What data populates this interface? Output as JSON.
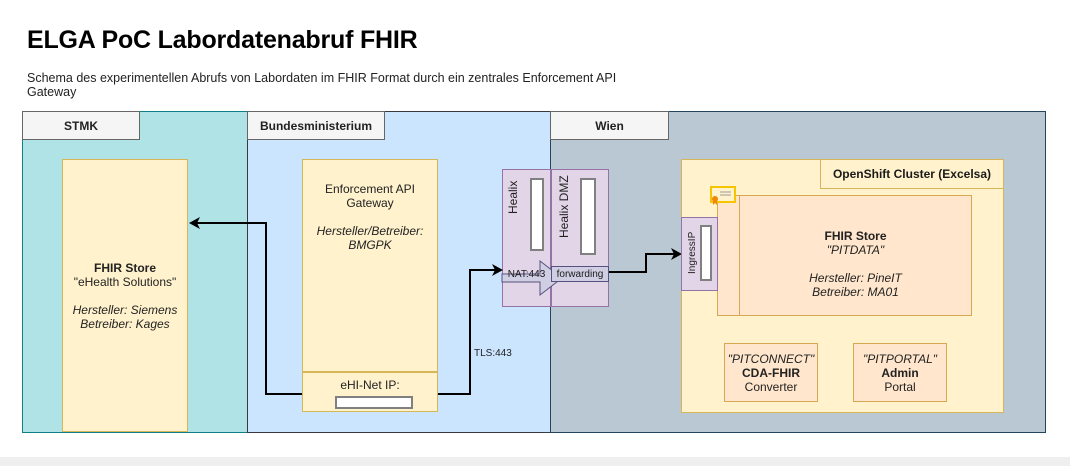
{
  "header": {
    "title": "ELGA PoC Labordatenabruf FHIR",
    "subtitle": "Schema des experimentellen Abrufs von Labordaten im FHIR Format durch ein zentrales Enforcement API Gateway"
  },
  "zones": {
    "stmk": {
      "label": "STMK",
      "color": "#b0e3e6",
      "fhir_store": {
        "title": "FHIR Store",
        "name": "\"eHealth Solutions\"",
        "hersteller": "Hersteller: Siemens",
        "betreiber": "Betreiber: Kages"
      }
    },
    "bundesministerium": {
      "label": "Bundesministerium",
      "color": "#cce5ff",
      "gateway": {
        "title_line1": "Enforcement API",
        "title_line2": "Gateway",
        "owner_line1": "Hersteller/Betreiber:",
        "owner_line2": "BMGPK"
      },
      "ehinet": {
        "label": "eHI-Net IP:",
        "value": ""
      },
      "tls_label": "TLS:443"
    },
    "wien": {
      "label": "Wien",
      "color": "#bac8d3",
      "healix": {
        "label": "Healix",
        "nat": "NAT:443"
      },
      "healix_dmz": {
        "label": "Healix DMZ",
        "forwarding": "forwarding"
      },
      "openshift": {
        "label": "OpenShift Cluster (Excelsa)",
        "ingress": {
          "label": "IngressIP",
          "value": ""
        },
        "fhir_store": {
          "title": "FHIR Store",
          "name": "\"PITDATA\"",
          "hersteller": "Hersteller: PineIT",
          "betreiber": "Betreiber: MA01"
        },
        "pitconnect": {
          "name": "\"PITCONNECT\"",
          "title": "CDA-FHIR",
          "desc": "Converter"
        },
        "pitportal": {
          "name": "\"PITPORTAL\"",
          "title": "Admin",
          "desc": "Portal"
        }
      }
    }
  },
  "icons": {
    "certificate": "certificate-icon"
  }
}
